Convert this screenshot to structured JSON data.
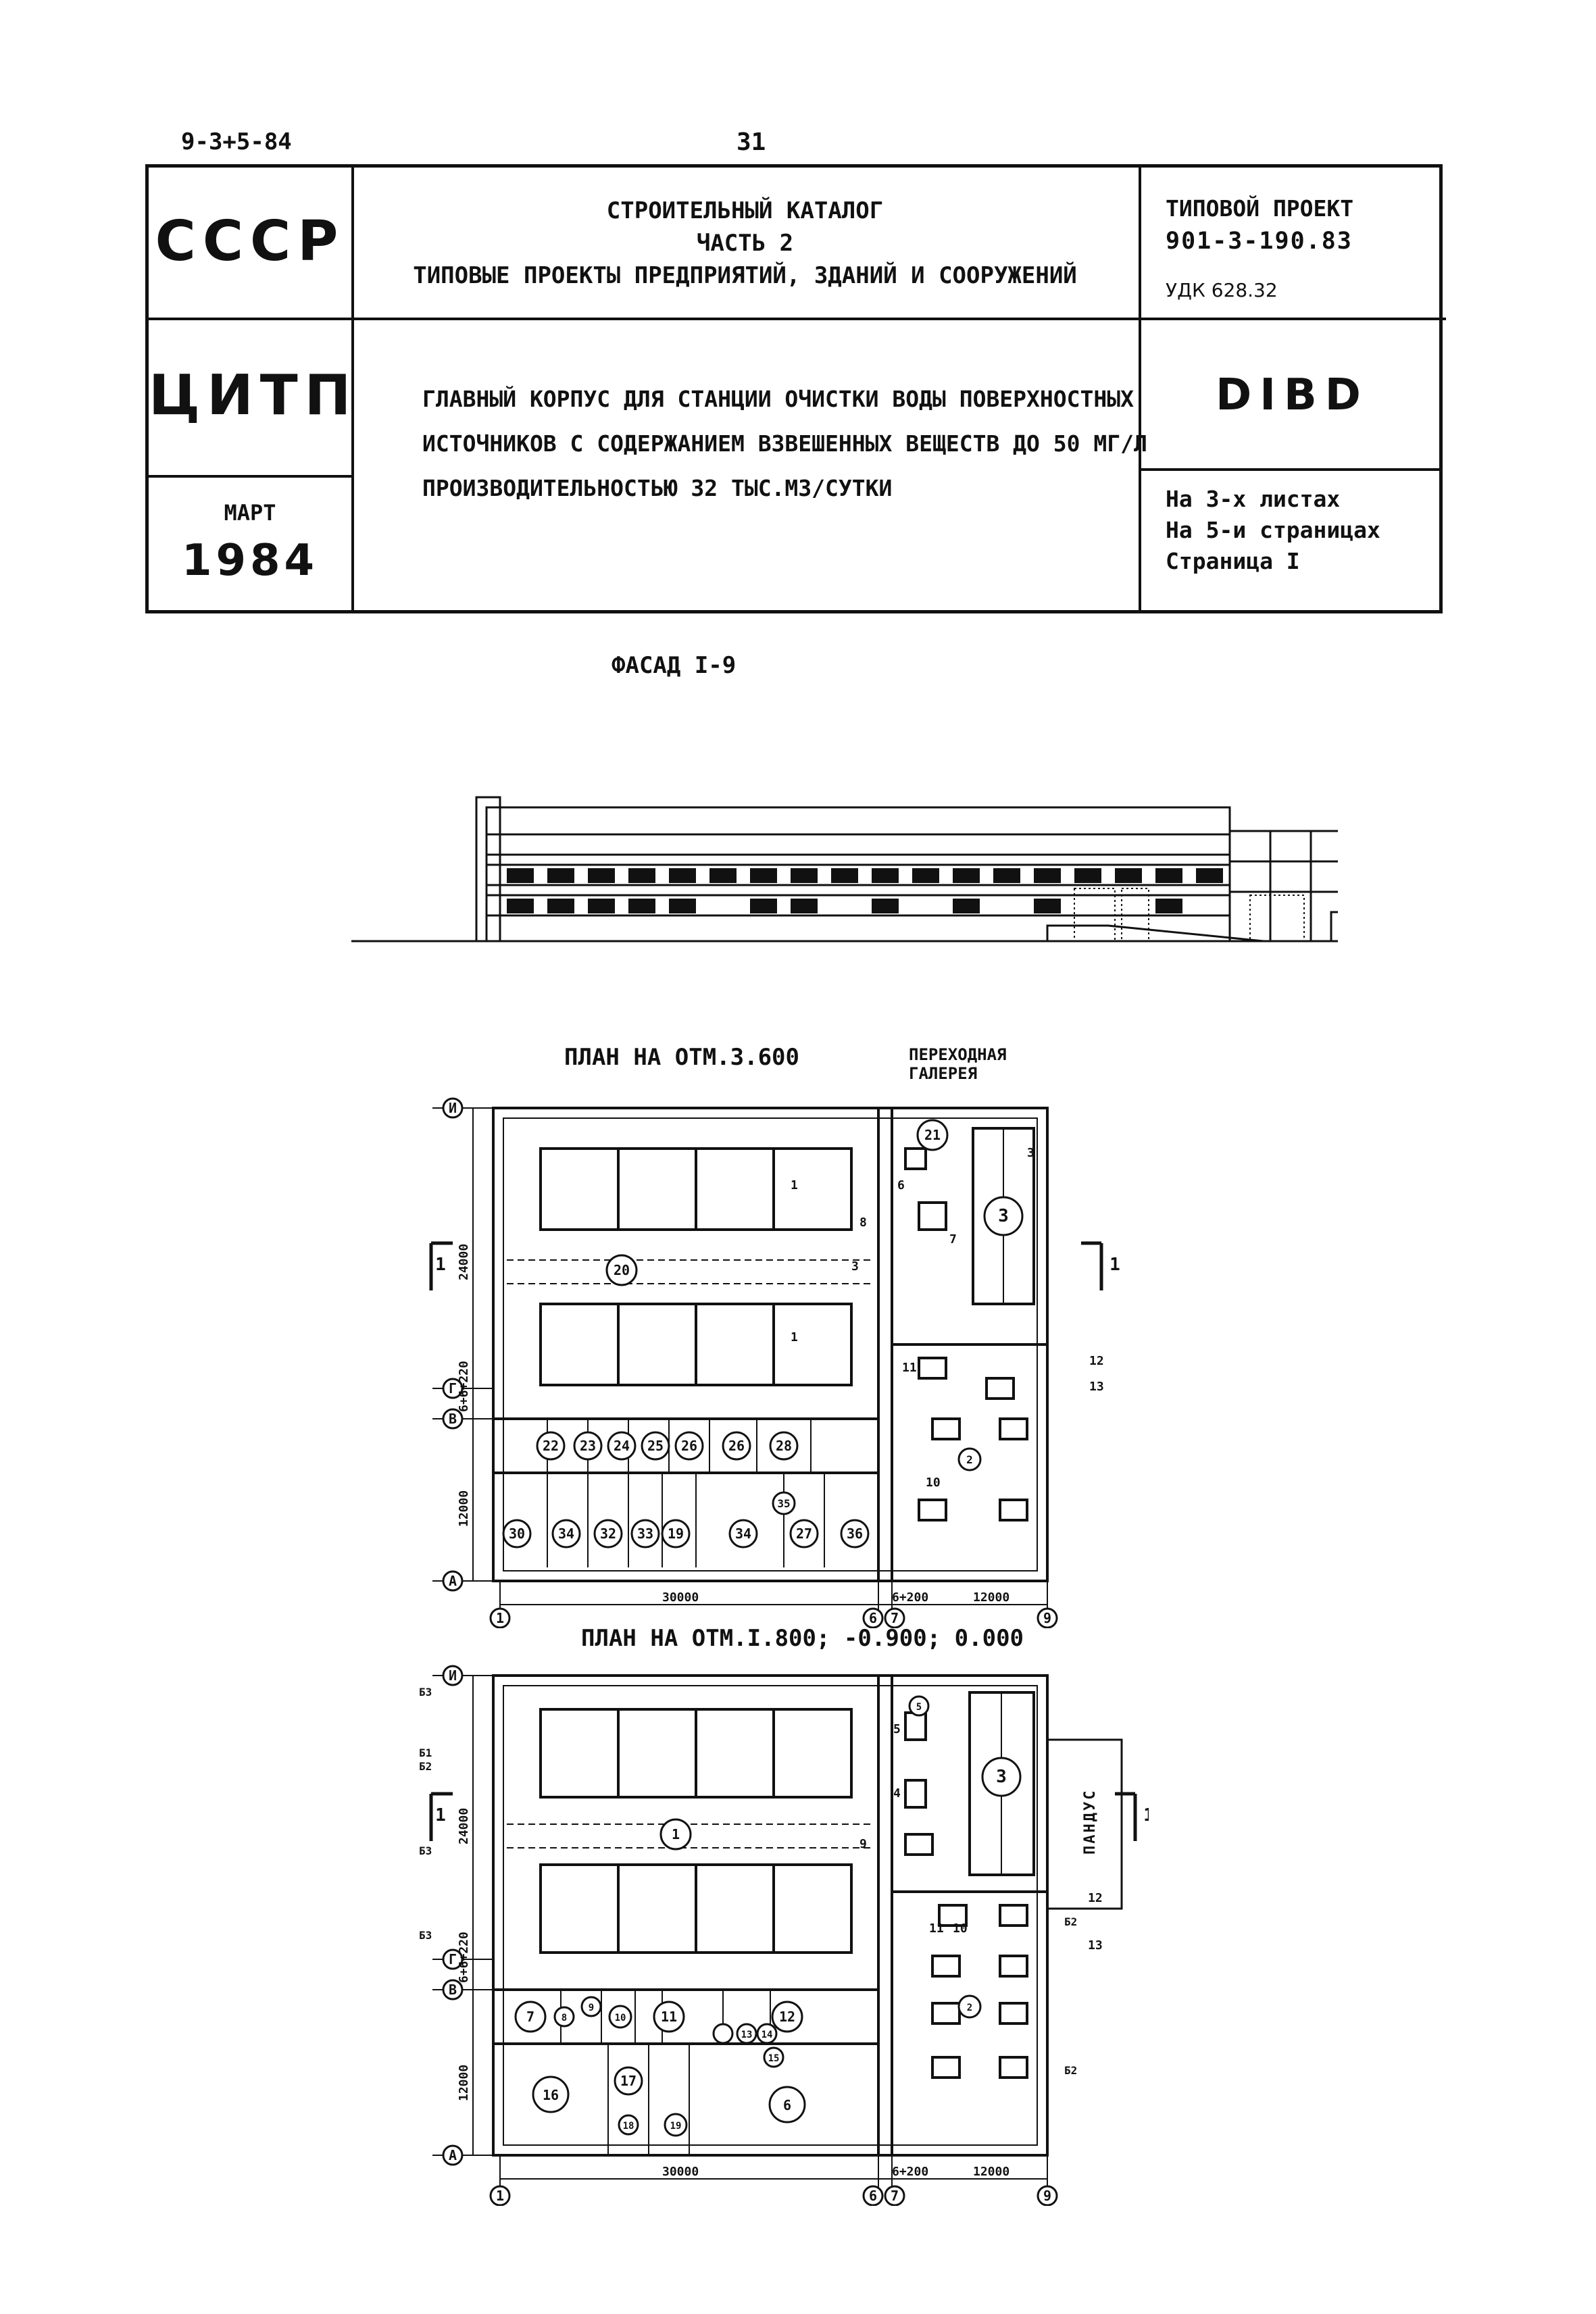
{
  "header": {
    "code": "9-3+5-84",
    "page_number": "31"
  },
  "stamp": {
    "country": "СССР",
    "org": "ЦИТП",
    "month": "МАРТ",
    "year": "1984",
    "catalog_lines": [
      "СТРОИТЕЛЬНЫЙ КАТАЛОГ",
      "ЧАСТЬ 2",
      "ТИПОВЫЕ ПРОЕКТЫ ПРЕДПРИЯТИЙ, ЗДАНИЙ И СООРУЖЕНИЙ"
    ],
    "project_label": "ТИПОВОЙ ПРОЕКТ",
    "project_number": "901-3-190.83",
    "udk": "УДК 628.32",
    "title_lines": [
      "ГЛАВНЫЙ КОРПУС ДЛЯ СТАНЦИИ ОЧИСТКИ ВОДЫ ПОВЕРХНОСТНЫХ",
      "ИСТОЧНИКОВ С СОДЕРЖАНИЕМ ВЗВЕШЕННЫХ ВЕЩЕСТВ ДО 50 МГ/Л",
      "ПРОИЗВОДИТЕЛЬНОСТЬЮ 32 ТЫС.МЗ/СУТКИ"
    ],
    "code": "DIBD",
    "sheet_info": [
      "На 3-х листах",
      "На 5-и страницах",
      "Страница I"
    ]
  },
  "facade": {
    "caption": "ФАСАД I-9"
  },
  "plan_upper": {
    "caption": "ПЛАН НА ОТМ.3.600",
    "gallery_label": [
      "ПЕРЕХОДНАЯ",
      "ГАЛЕРЕЯ"
    ],
    "dims": [
      "24000",
      "6+6+220",
      "12000",
      "30000",
      "6+200",
      "12000"
    ],
    "axes": [
      "И",
      "Г",
      "В",
      "А",
      "1",
      "6",
      "7",
      "9"
    ],
    "section_mark": "1",
    "rooms": [
      "20",
      "21",
      "3",
      "22",
      "23",
      "24",
      "25",
      "26",
      "26",
      "28",
      "30",
      "34",
      "32",
      "33",
      "19",
      "34",
      "35",
      "27",
      "36",
      "2"
    ],
    "callouts": [
      "1",
      "1",
      "3",
      "3",
      "6",
      "7",
      "8",
      "12",
      "13",
      "10",
      "11"
    ]
  },
  "plan_lower": {
    "caption": "ПЛАН НА ОТМ.I.800; -0.900; 0.000",
    "canopy_label": "ПАНДУС",
    "dims": [
      "24000",
      "6+6+220",
      "12000",
      "30000",
      "6+200",
      "12000"
    ],
    "axes": [
      "И",
      "Г",
      "В",
      "А",
      "1",
      "6",
      "7",
      "9"
    ],
    "section_mark": "1",
    "rooms": [
      "1",
      "3",
      "7",
      "8",
      "9",
      "10",
      "11",
      "12",
      "13",
      "14",
      "15",
      "16",
      "17",
      "18",
      "19",
      "6",
      "5",
      "2"
    ],
    "marks": [
      "Б3",
      "Б1",
      "Б2",
      "Б3",
      "Б3",
      "Б2",
      "Б2"
    ],
    "callouts": [
      "12",
      "13",
      "10",
      "11",
      "4",
      "5",
      "9"
    ]
  }
}
